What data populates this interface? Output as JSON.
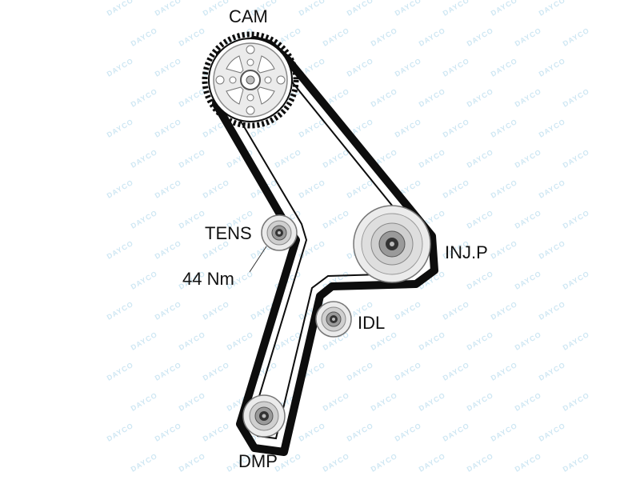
{
  "watermark": "DAYCO",
  "colors": {
    "belt": "#0d0d0d",
    "pulley_light": "#ebebeb",
    "pulley_mid": "#bdbdbd",
    "pulley_dark": "#555555",
    "watermark": "#cfe7f3"
  },
  "labels": {
    "cam": "CAM",
    "tens": "TENS",
    "torque": "44 Nm",
    "injp": "INJ.P",
    "idl": "IDL",
    "dmp": "DMP"
  },
  "components": [
    "cam-sprocket",
    "tensioner-pulley",
    "injection-pump-pulley",
    "idler-pulley",
    "damper-pulley",
    "timing-belt"
  ]
}
